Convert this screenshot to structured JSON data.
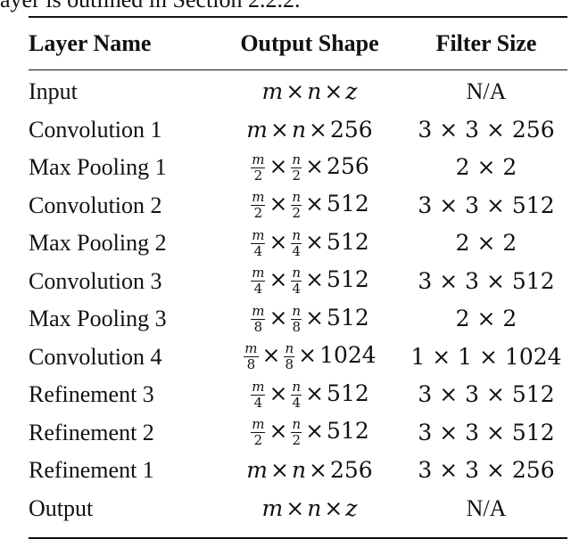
{
  "caption_fragment": "ayer is outlined in Section 2.2.2.",
  "headers": [
    "Layer Name",
    "Output Shape",
    "Filter Size"
  ],
  "rows": [
    {
      "name": "Input",
      "shape": {
        "kind": "plain",
        "a": "m",
        "b": "n",
        "c": "z"
      },
      "filter": "N/A"
    },
    {
      "name": "Convolution 1",
      "shape": {
        "kind": "plain",
        "a": "m",
        "b": "n",
        "c": "256"
      },
      "filter": "3 × 3 × 256"
    },
    {
      "name": "Max Pooling 1",
      "shape": {
        "kind": "frac",
        "d": "2",
        "c": "256"
      },
      "filter": "2 × 2"
    },
    {
      "name": "Convolution 2",
      "shape": {
        "kind": "frac",
        "d": "2",
        "c": "512"
      },
      "filter": "3 × 3 × 512"
    },
    {
      "name": "Max Pooling 2",
      "shape": {
        "kind": "frac",
        "d": "4",
        "c": "512"
      },
      "filter": "2 × 2"
    },
    {
      "name": "Convolution 3",
      "shape": {
        "kind": "frac",
        "d": "4",
        "c": "512"
      },
      "filter": "3 × 3 × 512"
    },
    {
      "name": "Max Pooling 3",
      "shape": {
        "kind": "frac",
        "d": "8",
        "c": "512"
      },
      "filter": "2 × 2"
    },
    {
      "name": "Convolution 4",
      "shape": {
        "kind": "frac",
        "d": "8",
        "c": "1024"
      },
      "filter": "1 × 1 × 1024"
    },
    {
      "name": "Refinement 3",
      "shape": {
        "kind": "frac",
        "d": "4",
        "c": "512"
      },
      "filter": "3 × 3 × 512"
    },
    {
      "name": "Refinement 2",
      "shape": {
        "kind": "frac",
        "d": "2",
        "c": "512"
      },
      "filter": "3 × 3 × 512"
    },
    {
      "name": "Refinement 1",
      "shape": {
        "kind": "plain",
        "a": "m",
        "b": "n",
        "c": "256"
      },
      "filter": "3 × 3 × 256"
    },
    {
      "name": "Output",
      "shape": {
        "kind": "plain",
        "a": "m",
        "b": "n",
        "c": "z"
      },
      "filter": "N/A"
    }
  ]
}
